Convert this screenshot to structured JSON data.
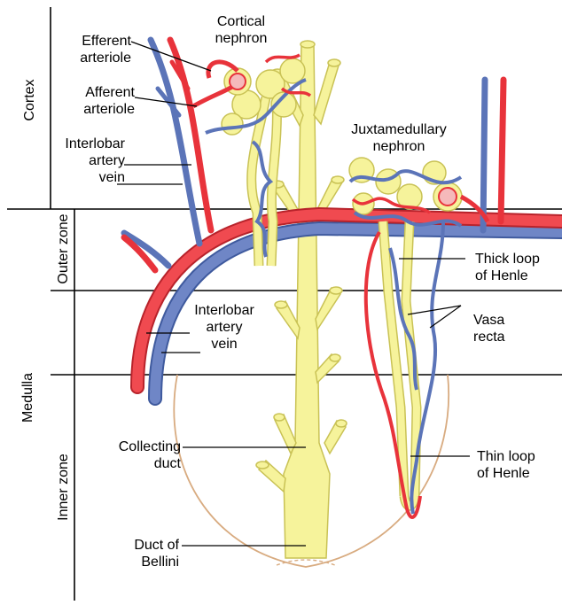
{
  "regions": {
    "cortex": "Cortex",
    "medulla": "Medulla",
    "outer_zone": "Outer zone",
    "inner_zone": "Inner zone"
  },
  "labels": {
    "cortical_nephron": [
      "Cortical",
      "nephron"
    ],
    "efferent_arteriole": [
      "Efferent",
      "arteriole"
    ],
    "afferent_arteriole": [
      "Afferent",
      "arteriole"
    ],
    "interlobar_upper": [
      "Interlobar",
      "artery",
      "vein"
    ],
    "juxtamedullary_nephron": [
      "Juxtamedullary",
      "nephron"
    ],
    "thick_loop": [
      "Thick loop",
      "of Henle"
    ],
    "vasa_recta": [
      "Vasa",
      "recta"
    ],
    "interlobar_lower": [
      "Interlobar",
      "artery",
      "vein"
    ],
    "collecting_duct": [
      "Collecting",
      "duct"
    ],
    "thin_loop": [
      "Thin loop",
      "of Henle"
    ],
    "duct_of_bellini": [
      "Duct of",
      "Bellini"
    ]
  },
  "colors": {
    "artery": "#e8333b",
    "vein": "#5b74b8",
    "tubule": "#f6f39b",
    "tubule_outline": "#c9c255",
    "papilla_outline": "#d8ab80",
    "line": "#000000"
  }
}
